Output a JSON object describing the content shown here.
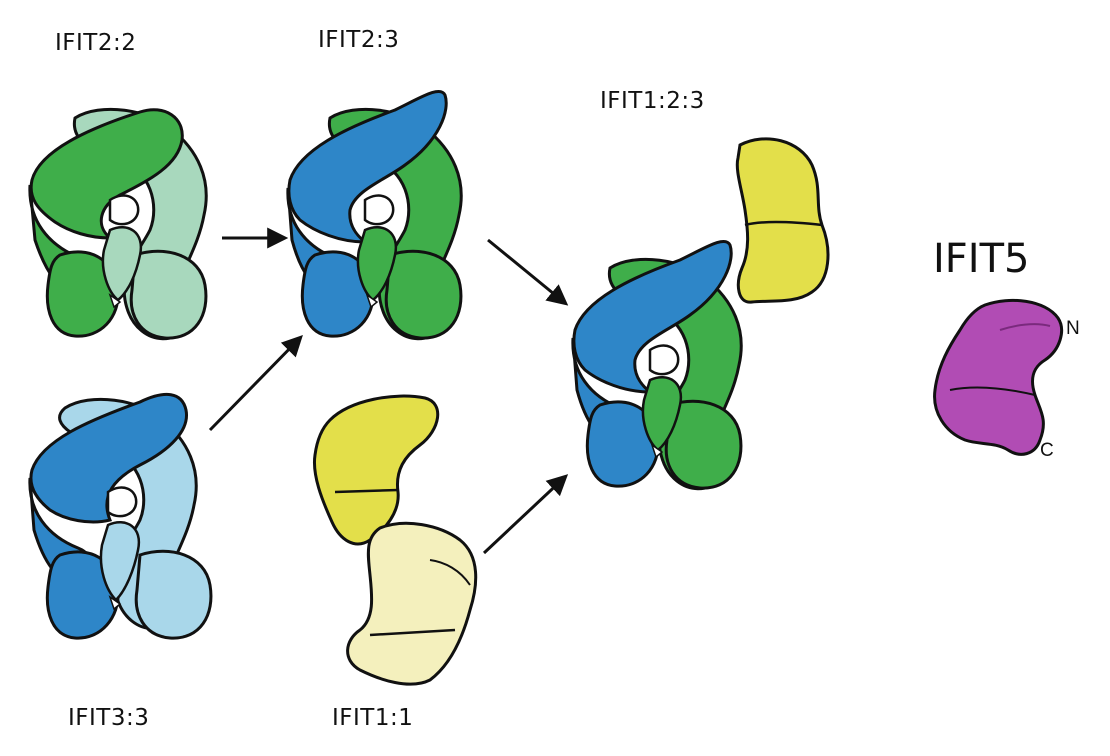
{
  "labels": {
    "ifit2_2": "IFIT2:2",
    "ifit2_3": "IFIT2:3",
    "ifit1_2_3": "IFIT1:2:3",
    "ifit3_3": "IFIT3:3",
    "ifit1_1": "IFIT1:1",
    "ifit5": "IFIT5",
    "n_terminus": "N",
    "c_terminus": "C"
  },
  "colors": {
    "ifit2_dark": "#3fae4a",
    "ifit2_light": "#a8d8bd",
    "ifit3_dark": "#2e86c8",
    "ifit3_light": "#a9d7ea",
    "ifit1_dark": "#e3df4a",
    "ifit1_light": "#f4f0bd",
    "ifit5": "#b14cb4",
    "outline": "#111111"
  }
}
